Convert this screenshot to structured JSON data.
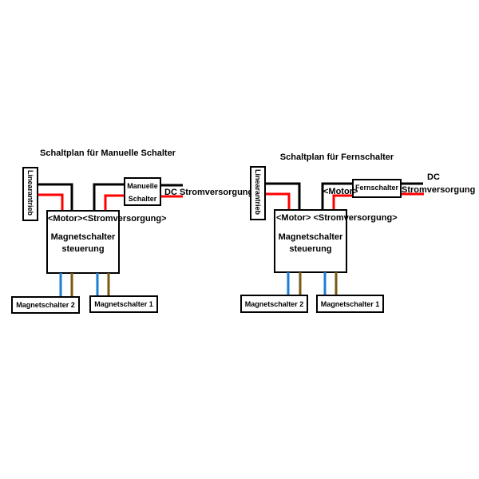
{
  "colors": {
    "positive_wire": "#ff0000",
    "negative_wire": "#000000",
    "signal_wire_blue": "#1a7fd6",
    "signal_wire_brown": "#7a5a10"
  },
  "left": {
    "title": "Schaltplan für Manuelle Schalter",
    "actuator": "Linearantrieb",
    "switch": [
      "Manuelle",
      "Schalter"
    ],
    "power": "DC Stromversorgung",
    "ports": "<Motor><Stromversorgung>",
    "controller": [
      "Magnetschalter",
      "steuerung"
    ],
    "switch2": "Magnetschalter 2",
    "switch1": "Magnetschalter 1"
  },
  "right": {
    "title": "Schaltplan für Fernschalter",
    "actuator": "Linearantrieb",
    "switch": "Fernschalter",
    "power_dc": "DC",
    "power": "Stromversorgung",
    "switch_port": "<Motor>",
    "ports": "<Motor> <Stromversorgung>",
    "controller": [
      "Magnetschalter",
      "steuerung"
    ],
    "switch2": "Magnetschalter 2",
    "switch1": "Magnetschalter 1"
  }
}
